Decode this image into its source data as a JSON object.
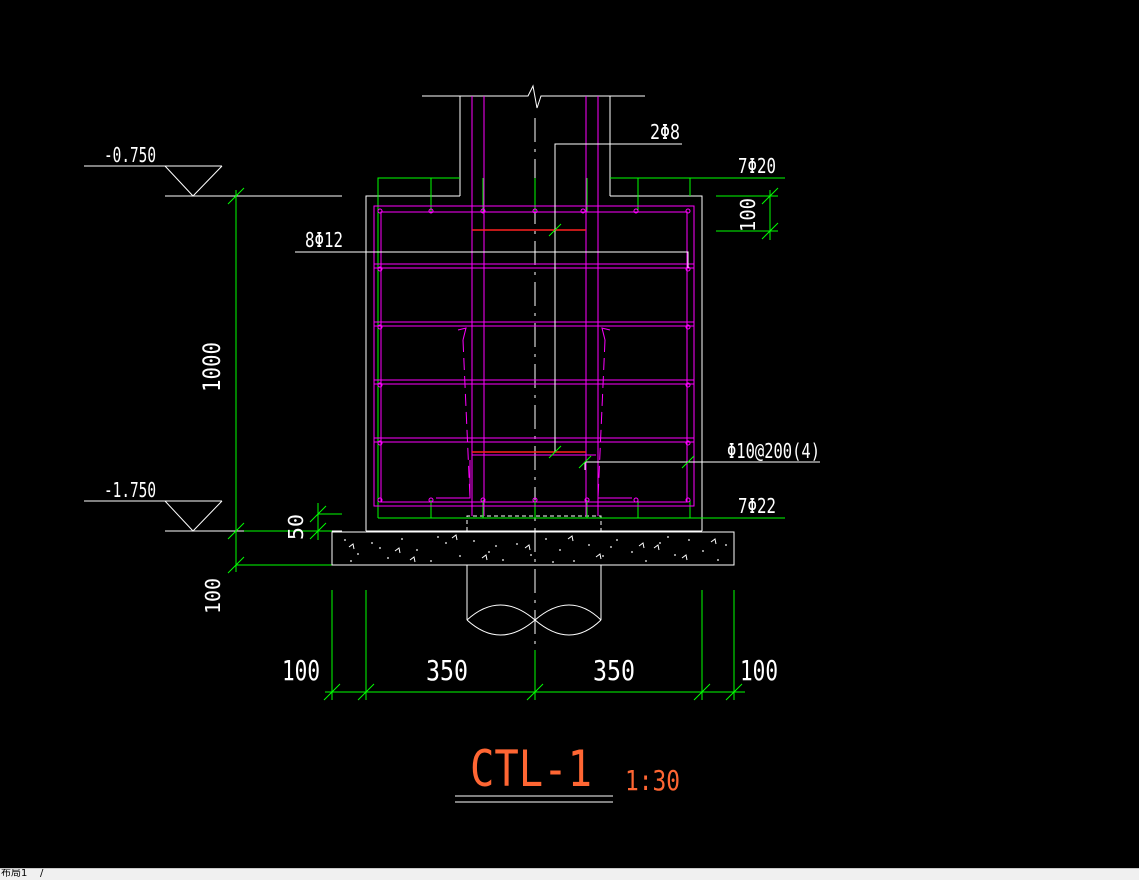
{
  "drawing": {
    "title": "CTL-1",
    "scale": "1:30",
    "levels": {
      "top": "-0.750",
      "bottom": "-1.750"
    },
    "dimensions": {
      "height": "1000",
      "cover_top": "100",
      "pad_thickness": "50",
      "bed_thickness": "100",
      "widths": [
        "100",
        "350",
        "350",
        "100"
      ]
    },
    "rebar": {
      "column": "2Φ8",
      "top": "7Φ20",
      "side": "8Φ12",
      "stirrup": "Φ10@200(4)",
      "bottom": "7Φ22"
    }
  },
  "statusbar": {
    "layout_tab": "布局1",
    "separator": "/"
  },
  "colors": {
    "background": "#000000",
    "dimension": "#00ff00",
    "rebar": "#ff00ff",
    "outline": "#ffffff",
    "title": "#ff6633",
    "hook": "#ff2020"
  }
}
